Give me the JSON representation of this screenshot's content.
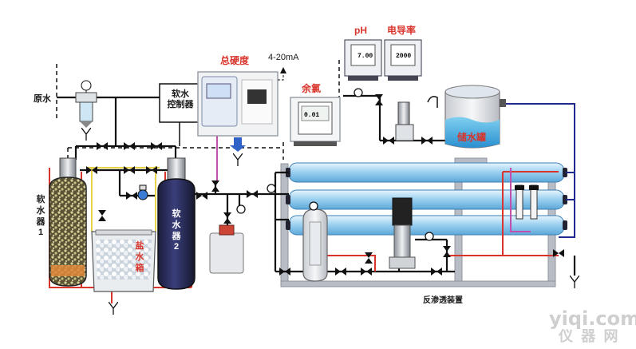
{
  "labels": {
    "raw_water": "原水",
    "softener_controller": "软水\n控制器",
    "total_hardness": "总硬度",
    "signal": "4-20mA",
    "residual_chlorine": "余氯",
    "ph": "pH",
    "conductivity": "电导率",
    "storage_tank": "储水罐",
    "softener_1": "软水器1",
    "softener_2": "软水器2",
    "brine_tank": "盐水箱",
    "ro_unit": "反渗透装置"
  },
  "readings": {
    "ph_display": "7.00",
    "conductivity_display": "2000",
    "chlorine_display": "0.01"
  },
  "watermark": {
    "line1": "yiqi.com",
    "line2": "仪 器 网"
  },
  "colors": {
    "pipe_black": "#111111",
    "pipe_red": "#d9342b",
    "pipe_blue": "#1f2a8c",
    "pipe_purple": "#c050b0",
    "pipe_yellow": "#e8d44a",
    "tank_navy": "#23264f",
    "membrane_blue": "#8ec8ec",
    "label_red": "#d9342b"
  },
  "icons": [
    "valve-icon",
    "gauge-icon",
    "drain-icon",
    "flow-meter-icon",
    "pump-icon",
    "arrow-icon"
  ]
}
